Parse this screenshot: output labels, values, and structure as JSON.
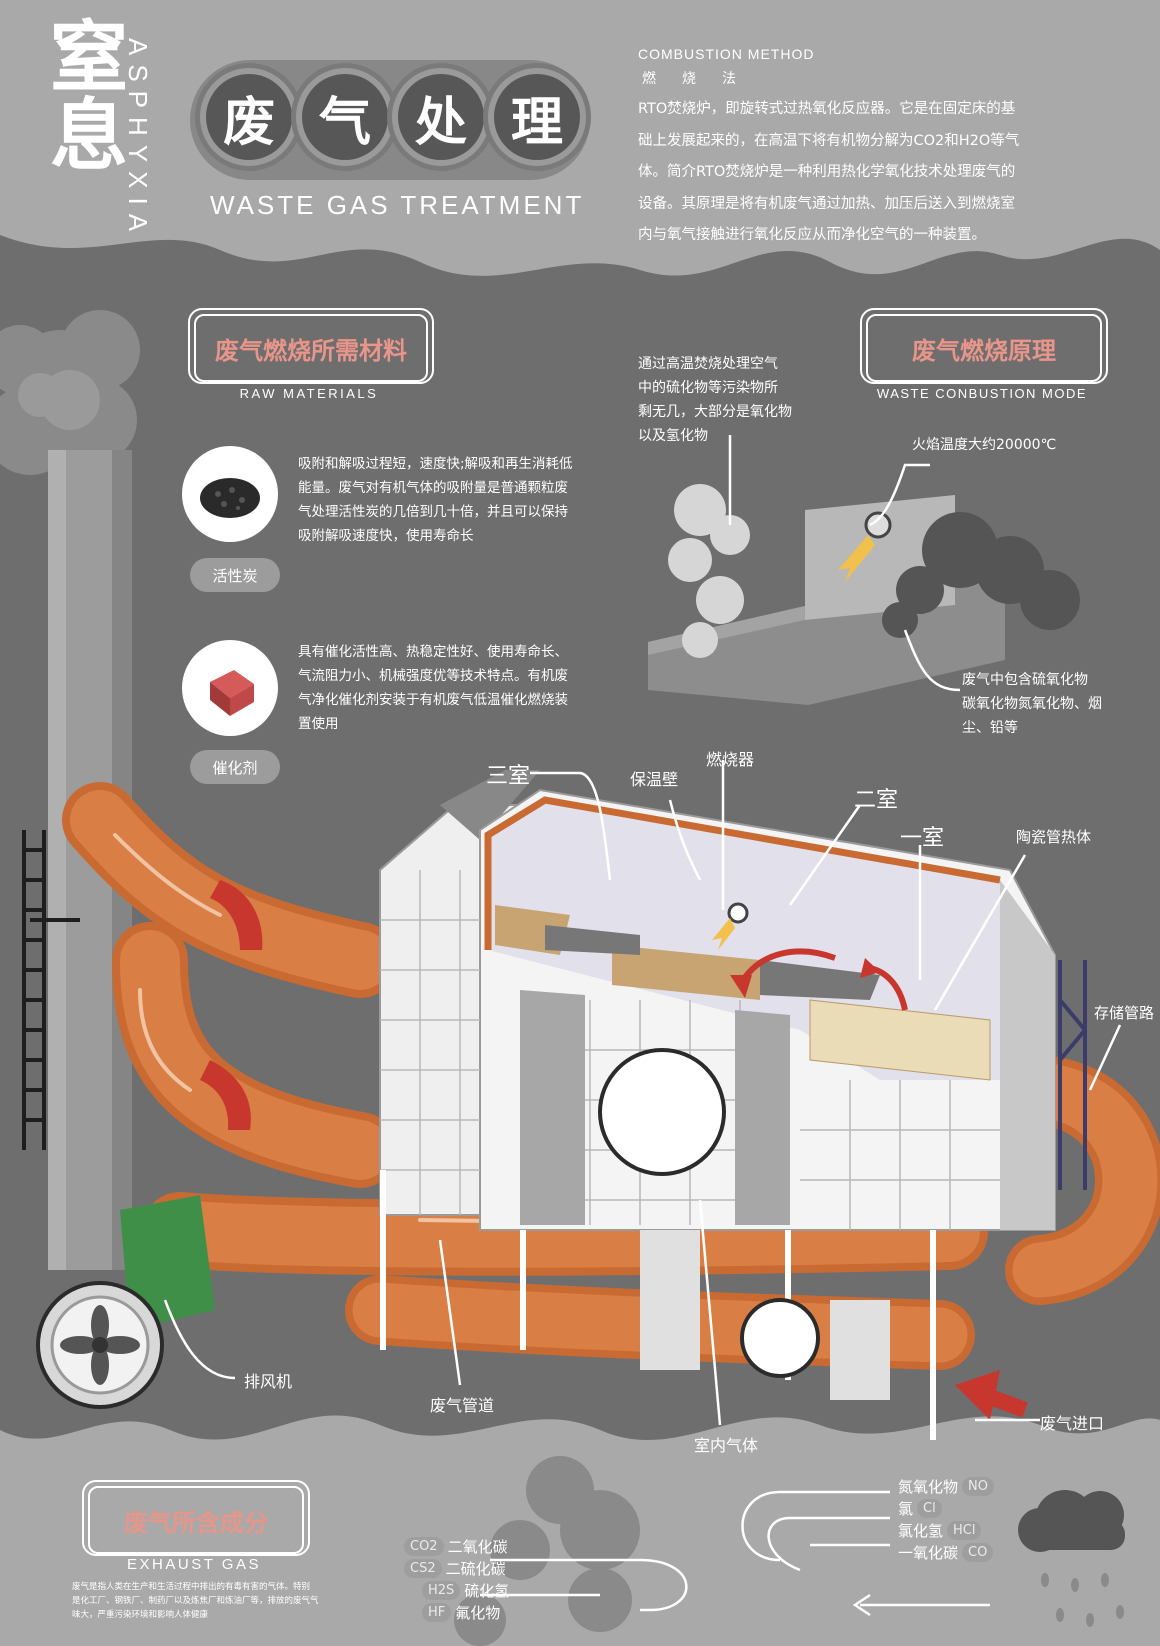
{
  "colors": {
    "background": "#6e6e6e",
    "light_band": "#a9a9a9",
    "accent_pink": "#e8958a",
    "pipe_orange": "#d97e45",
    "red_arrow": "#c8372d",
    "fan_green": "#3f8f48"
  },
  "header": {
    "title_cn": "窒息",
    "title_en_vertical": "ASPHYXIA",
    "circle_chars": [
      "废",
      "气",
      "处",
      "理"
    ],
    "subtitle_en": "WASTE GAS TREATMENT"
  },
  "intro": {
    "heading_en": "COMBUSTION METHOD",
    "heading_cn": "燃烧法",
    "lines": [
      "RTO焚烧炉，即旋转式过热氧化反应器。它是在固定床的基",
      "础上发展起来的，在高温下将有机物分解为CO2和H2O等气",
      "体。简介RTO焚烧炉是一种利用热化学氧化技术处理废气的",
      "设备。其原理是将有机废气通过加热、加压后送入到燃烧室",
      "内与氧气接触进行氧化反应从而净化空气的一种装置。"
    ]
  },
  "raw_materials": {
    "title": "废气燃烧所需材料",
    "subtitle": "RAW MATERIALS",
    "items": [
      {
        "name": "活性炭",
        "text": [
          "吸附和解吸过程短，速度快;解吸和再生消耗低",
          "能量。废气对有机气体的吸附量是普通颗粒废",
          "气处理活性炭的几倍到几十倍，并且可以保持",
          "吸附解吸速度快，使用寿命长"
        ]
      },
      {
        "name": "催化剂",
        "text": [
          "具有催化活性高、热稳定性好、使用寿命长、",
          "气流阻力小、机械强度优等技术特点。有机废",
          "气净化催化剂安装于有机废气低温催化燃烧装",
          "置使用"
        ]
      }
    ]
  },
  "principle": {
    "title": "废气燃烧原理",
    "subtitle": "WASTE CONBUSTION MODE",
    "note_top": [
      "通过高温焚烧处理空气",
      "中的硫化物等污染物所",
      "剩无几，大部分是氧化物",
      "以及氢化物"
    ],
    "flame_temp": "火焰温度大约20000℃",
    "note_bottom": [
      "废气中包含硫氧化物",
      "碳氧化物氮氧化物、烟",
      "尘、铅等"
    ]
  },
  "diagram_labels": {
    "room3": "三室",
    "insulation": "保温壁",
    "burner": "燃烧器",
    "room2": "二室",
    "room1": "一室",
    "ceramic": "陶瓷管热体",
    "storage": "存储管路",
    "fan": "排风机",
    "duct": "废气管道",
    "indoor": "室内气体",
    "inlet": "废气进口"
  },
  "exhaust": {
    "title": "废气所含成分",
    "subtitle": "EXHAUST GAS",
    "text": [
      "废气是指人类在生产和生活过程中排出的有毒有害的气体。特别",
      "是化工厂、钢铁厂、制药厂以及炼焦厂和炼油厂等，排放的废气气",
      "味大，严重污染环境和影响人体健康"
    ],
    "left_gases": [
      {
        "formula": "CO2",
        "name": "二氧化碳"
      },
      {
        "formula": "CS2",
        "name": "二硫化碳"
      },
      {
        "formula": "H2S",
        "name": "硫化氢"
      },
      {
        "formula": "HF",
        "name": "氟化物"
      }
    ],
    "right_gases": [
      {
        "formula": "NO",
        "name": "氮氧化物"
      },
      {
        "formula": "Cl",
        "name": "氯"
      },
      {
        "formula": "HCl",
        "name": "氯化氢"
      },
      {
        "formula": "CO",
        "name": "一氧化碳"
      }
    ]
  }
}
